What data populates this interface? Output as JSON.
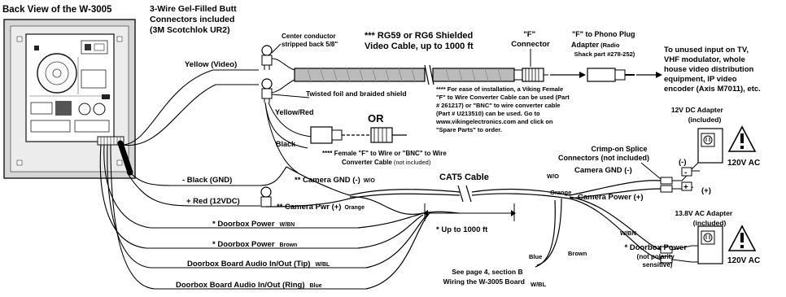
{
  "title": "Back View of the W-3005",
  "connectors": {
    "line1": "3-Wire Gel-Filled Butt",
    "line2": "Connectors included",
    "line3": "(3M Scotchlok UR2)"
  },
  "center_conductor": {
    "line1": "Center conductor",
    "line2": "stripped back 5/8\""
  },
  "cable": {
    "line1": "*** RG59 or RG6 Shielded",
    "line2": "Video Cable, up to 1000 ft"
  },
  "f_connector": {
    "line1": "\"F\"",
    "line2": "Connector"
  },
  "phono_adapter": {
    "line1": "\"F\" to Phono Plug",
    "line2a": "Adapter",
    "line2b": " (Radio",
    "line3": "Shack part #278-252)"
  },
  "destination": {
    "line1": "To unused input on TV,",
    "line2": "VHF modulator, whole",
    "line3": "house video distribution",
    "line4": "equipment, IP video",
    "line5": "encoder (Axis M7011), etc."
  },
  "shield_note": "Twisted foil and braided shield",
  "install_note": {
    "line1": "**** For ease of installation, a Viking Female",
    "line2": "\"F\" to Wire Converter Cable can be used (Part",
    "line3": "# 261217) or \"BNC\" to wire converter cable",
    "line4": "(Part # U213510) can be used. Go to",
    "line5": "www.vikingelectronics.com and click on",
    "line6": "\"Spare Parts\" to order."
  },
  "or_label": "OR",
  "converter_note": {
    "line1": "**** Female \"F\" to Wire or \"BNC\" to Wire",
    "line2": "Converter Cable",
    "line2b": " (not included)"
  },
  "wire_labels": {
    "yellow_video": "Yellow (Video)",
    "yellow_red": "Yellow/Red",
    "black": "Black",
    "black_gnd": "- Black (GND)",
    "red_12vdc": "+ Red (12VDC)",
    "camera_gnd": "** Camera GND (-)",
    "camera_gnd_color": "W/O",
    "camera_pwr": "** Camera Pwr (+)",
    "camera_pwr_color": "Orange",
    "doorbox_power_1": "* Doorbox Power",
    "doorbox_power_1_color": "W/BN",
    "doorbox_power_2": "* Doorbox Power",
    "doorbox_power_2_color": "Brown",
    "audio_tip": "Doorbox Board Audio In/Out (Tip)",
    "audio_tip_color": "W/BL",
    "audio_ring": "Doorbox Board Audio In/Out (Ring)",
    "audio_ring_color": "Blue"
  },
  "cat5": {
    "label": "CAT5 Cable",
    "length": "* Up to 1000 ft",
    "right_wo": "W/O",
    "right_orange": "Orange",
    "right_wbn": "W/BN",
    "right_brown": "Brown",
    "right_blue": "Blue",
    "right_wbl": "W/BL"
  },
  "see_page": {
    "line1": "See page 4, section B",
    "line2": "Wiring the W-3005 Board"
  },
  "dc_adapter": {
    "line1": "12V DC Adapter",
    "line2": "(included)",
    "minus": "(-)",
    "plus": "(+)",
    "ac": "120V AC"
  },
  "splice": {
    "line1": "Crimp-on Splice",
    "line2": "Connectors (not included)"
  },
  "camera_right": {
    "gnd": "Camera GND (-)",
    "power": "Camera Power (+)"
  },
  "ac_adapter": {
    "line1": "13.8V AC Adapter",
    "line2": "(included)",
    "ac": "120V AC"
  },
  "doorbox_right": {
    "line1": "* Doorbox Power",
    "line2": "(not polarity",
    "line3": "sensitive)"
  }
}
